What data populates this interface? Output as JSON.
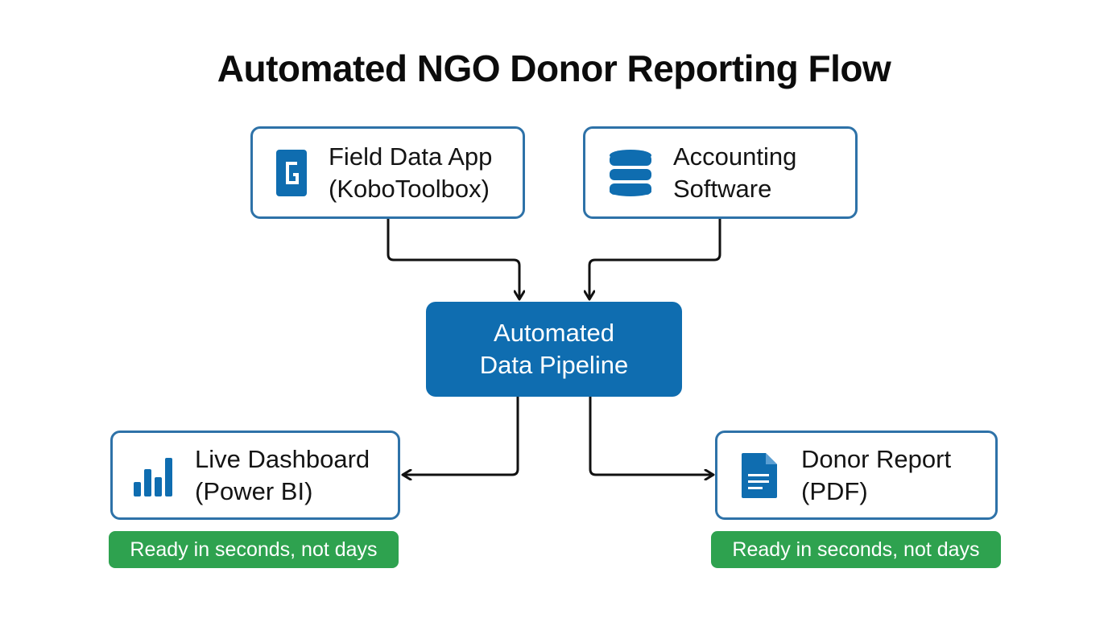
{
  "title": "Automated NGO Donor Reporting Flow",
  "colors": {
    "primary_blue": "#0f6db0",
    "border_blue": "#2e72a8",
    "success_green": "#2ea24f",
    "connector": "#111111"
  },
  "nodes": {
    "field_app": {
      "line1": "Field Data App",
      "line2": "(KoboToolbox)",
      "icon": "form-app-icon"
    },
    "accounting": {
      "line1": "Accounting",
      "line2": "Software",
      "icon": "database-icon"
    },
    "pipeline": {
      "line1": "Automated",
      "line2": "Data Pipeline"
    },
    "dashboard": {
      "line1": "Live Dashboard",
      "line2": "(Power BI)",
      "icon": "bar-chart-icon"
    },
    "report": {
      "line1": "Donor Report",
      "line2": "(PDF)",
      "icon": "document-icon"
    }
  },
  "badges": {
    "dashboard": "Ready in seconds, not days",
    "report": "Ready in seconds, not days"
  }
}
